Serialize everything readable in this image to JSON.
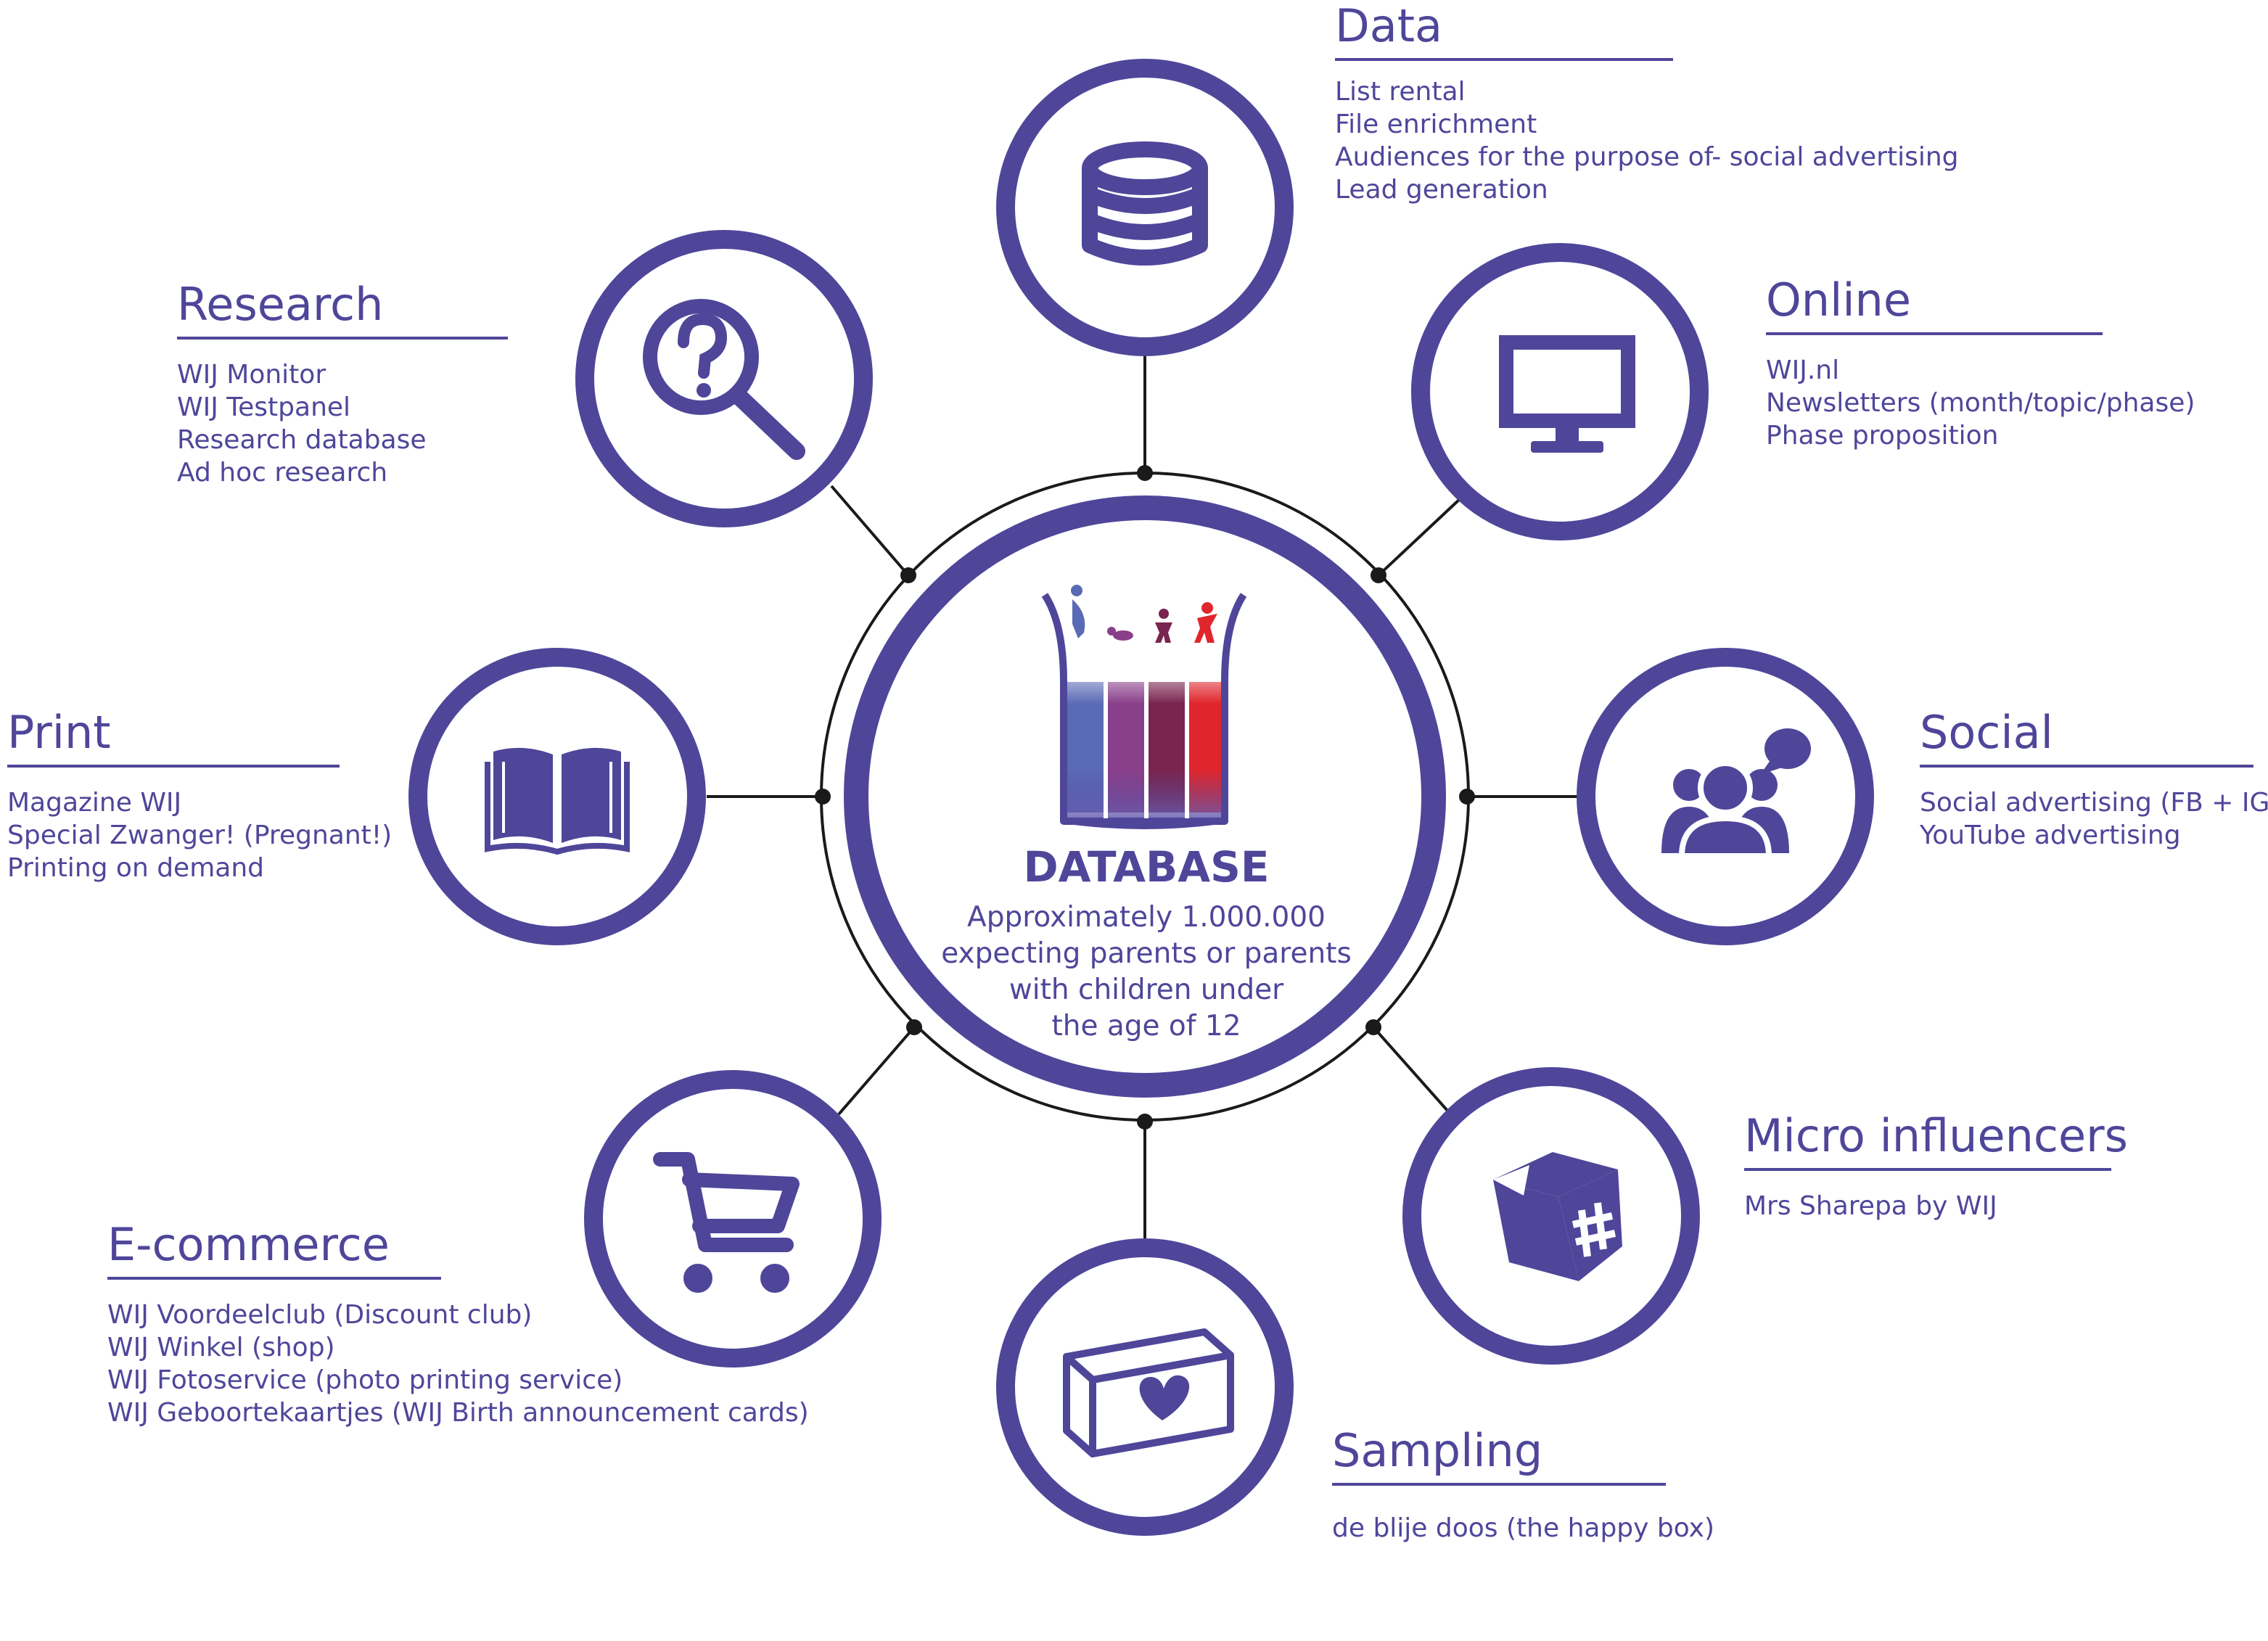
{
  "colors": {
    "primary": "#4f469a",
    "line": "#1a1a1a",
    "column_blue": "#5a6ab5",
    "column_purple": "#8a3f8a",
    "column_maroon": "#7a2550",
    "column_red": "#e0262c"
  },
  "center": {
    "title": "DATABASE",
    "description": [
      "Approximately 1.000.000",
      "expecting parents or parents",
      "with children under",
      "the age of 12"
    ]
  },
  "nodes": [
    {
      "id": "data",
      "title": "Data",
      "icon": "database-icon",
      "items": [
        "List rental",
        "File enrichment",
        "Audiences for the purpose of- social advertising",
        "Lead generation"
      ]
    },
    {
      "id": "online",
      "title": "Online",
      "icon": "monitor-icon",
      "items": [
        "WIJ.nl",
        "Newsletters (month/topic/phase)",
        "Phase proposition"
      ]
    },
    {
      "id": "social",
      "title": "Social",
      "icon": "people-chat-icon",
      "items": [
        "Social advertising (FB + IG)",
        "YouTube advertising"
      ]
    },
    {
      "id": "micro",
      "title": "Micro influencers",
      "icon": "hashtag-cube-icon",
      "items": [
        "Mrs Sharepa by WIJ"
      ]
    },
    {
      "id": "sampling",
      "title": "Sampling",
      "icon": "heart-box-icon",
      "items": [
        "de blije doos (the happy box)"
      ]
    },
    {
      "id": "ecommerce",
      "title": "E-commerce",
      "icon": "shopping-cart-icon",
      "items": [
        "WIJ Voordeelclub (Discount club)",
        "WIJ Winkel (shop)",
        "WIJ Fotoservice (photo printing service)",
        "WIJ Geboortekaartjes (WIJ Birth announcement cards)"
      ]
    },
    {
      "id": "print",
      "title": "Print",
      "icon": "open-book-icon",
      "items": [
        "Magazine WIJ",
        "Special Zwanger! (Pregnant!)",
        "Printing on demand"
      ]
    },
    {
      "id": "research",
      "title": "Research",
      "icon": "magnifier-question-icon",
      "items": [
        "WIJ Monitor",
        "WIJ Testpanel",
        "Research database",
        "Ad hoc research"
      ]
    }
  ]
}
